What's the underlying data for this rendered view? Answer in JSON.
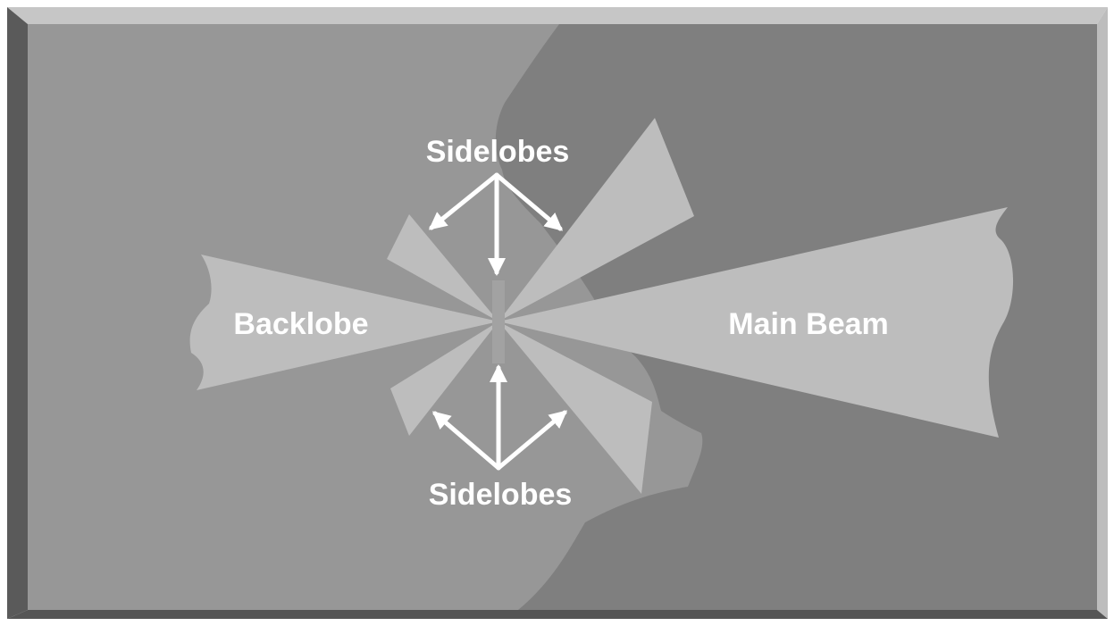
{
  "labels": {
    "sidelobes_top": "Sidelobes",
    "sidelobes_bottom": "Sidelobes",
    "backlobe": "Backlobe",
    "main_beam": "Main Beam"
  },
  "colors": {
    "frame_light": "#c8c8c8",
    "frame_dark": "#5a5a5a",
    "background_left": "#979797",
    "background_right": "#7f7f7f",
    "lobe_fill": "#bdbdbd",
    "antenna": "#a2a2a2",
    "text_and_arrows": "#ffffff"
  }
}
